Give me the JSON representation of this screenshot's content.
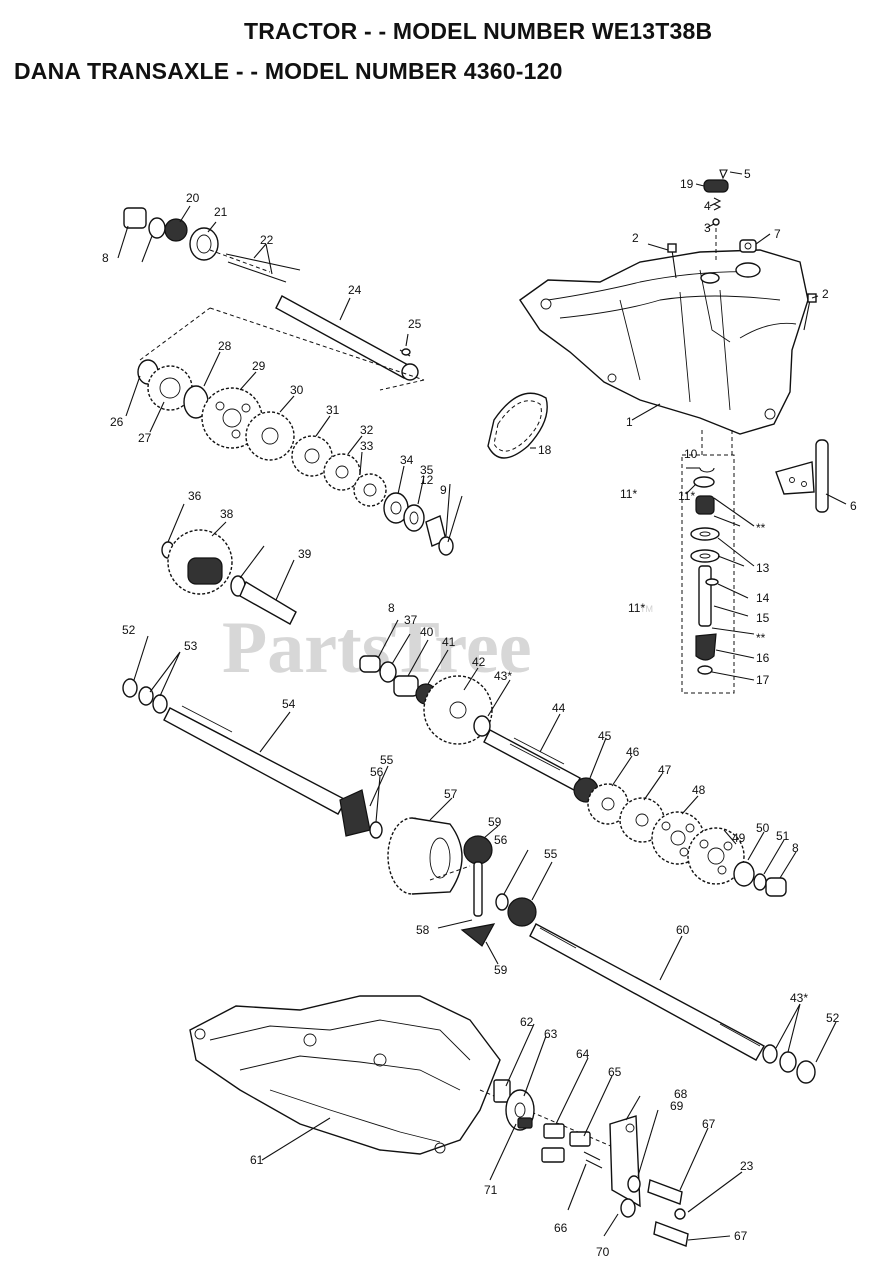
{
  "titles": {
    "tractor": "TRACTOR - - MODEL NUMBER WE13T38B",
    "transaxle": "DANA TRANSAXLE - - MODEL NUMBER 4360-120"
  },
  "watermark": {
    "text": "PartsTree",
    "tm": "TM"
  },
  "part_labels": [
    "1",
    "2",
    "2",
    "3",
    "4",
    "5",
    "6",
    "7",
    "8",
    "8",
    "8",
    "9",
    "10",
    "11*",
    "11*",
    "11*",
    "12",
    "13",
    "14",
    "15",
    "16",
    "17",
    "18",
    "19",
    "20",
    "21",
    "22",
    "23",
    "24",
    "25",
    "26",
    "27",
    "28",
    "29",
    "30",
    "31",
    "32",
    "33",
    "34",
    "35",
    "36",
    "37",
    "38",
    "39",
    "40",
    "41",
    "42",
    "43*",
    "43*",
    "44",
    "45",
    "46",
    "47",
    "48",
    "49",
    "50",
    "51",
    "52",
    "52",
    "53",
    "54",
    "55",
    "55",
    "56",
    "56",
    "57",
    "58",
    "59",
    "59",
    "60",
    "61",
    "62",
    "63",
    "64",
    "65",
    "66",
    "67",
    "67",
    "68",
    "69",
    "70",
    "71",
    "**",
    "**"
  ],
  "colors": {
    "ink": "#111111",
    "watermark": "#d7d7d7",
    "background": "#ffffff"
  }
}
